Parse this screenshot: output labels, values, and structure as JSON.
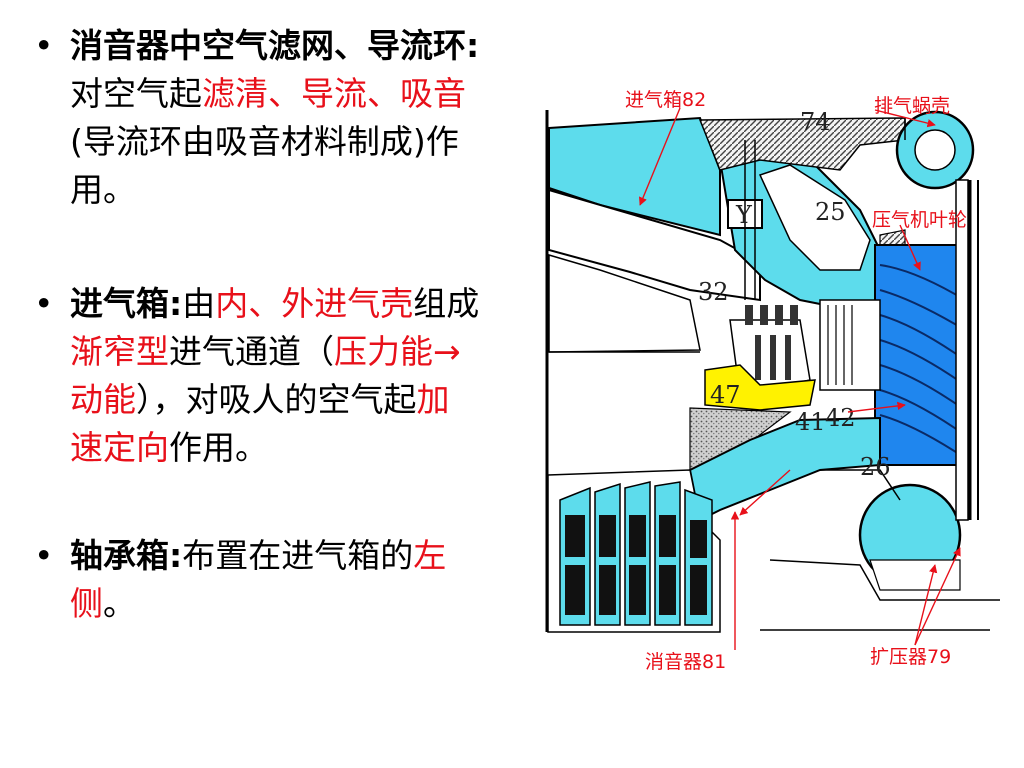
{
  "bullets": [
    {
      "parts": [
        {
          "text": "消音器中空气滤网、导流环:",
          "style": "bold"
        },
        {
          "text": "对空气起",
          "style": "normal"
        },
        {
          "text": "滤清、导流、吸音",
          "style": "red"
        },
        {
          "text": "(导流环由吸音材料制成)作用。",
          "style": "normal"
        }
      ]
    },
    {
      "parts": [
        {
          "text": "进气箱:",
          "style": "bold"
        },
        {
          "text": "由",
          "style": "normal"
        },
        {
          "text": "内、外进气壳",
          "style": "red"
        },
        {
          "text": "组成",
          "style": "normal"
        },
        {
          "text": "渐窄型",
          "style": "red"
        },
        {
          "text": "进气通道（",
          "style": "normal"
        },
        {
          "text": "压力能→动能",
          "style": "red"
        },
        {
          "text": "），对吸人的空气起",
          "style": "normal"
        },
        {
          "text": "加速定向",
          "style": "red"
        },
        {
          "text": "作用。",
          "style": "normal"
        }
      ]
    },
    {
      "parts": [
        {
          "text": "轴承箱:",
          "style": "bold"
        },
        {
          "text": "布置在进气箱的",
          "style": "normal"
        },
        {
          "text": "左侧",
          "style": "red"
        },
        {
          "text": "。",
          "style": "normal"
        }
      ]
    }
  ],
  "bullet_symbol": "•",
  "diagram": {
    "labels": {
      "intake_box": "进气箱82",
      "exhaust_volute": "排气蜗壳",
      "compressor_impeller": "压气机叶轮",
      "silencer": "消音器81",
      "diffuser": "扩压器79"
    },
    "part_numbers": {
      "n74": "74",
      "n25": "25",
      "ny": "Y",
      "n32": "32",
      "n47": "47",
      "n41": "41",
      "n42": "42",
      "n26": "26"
    }
  },
  "colors": {
    "accent_red": "#e8101a",
    "light_blue": "#5ddcec",
    "impeller_blue": "#1f86ee",
    "yellow": "#fff200"
  }
}
